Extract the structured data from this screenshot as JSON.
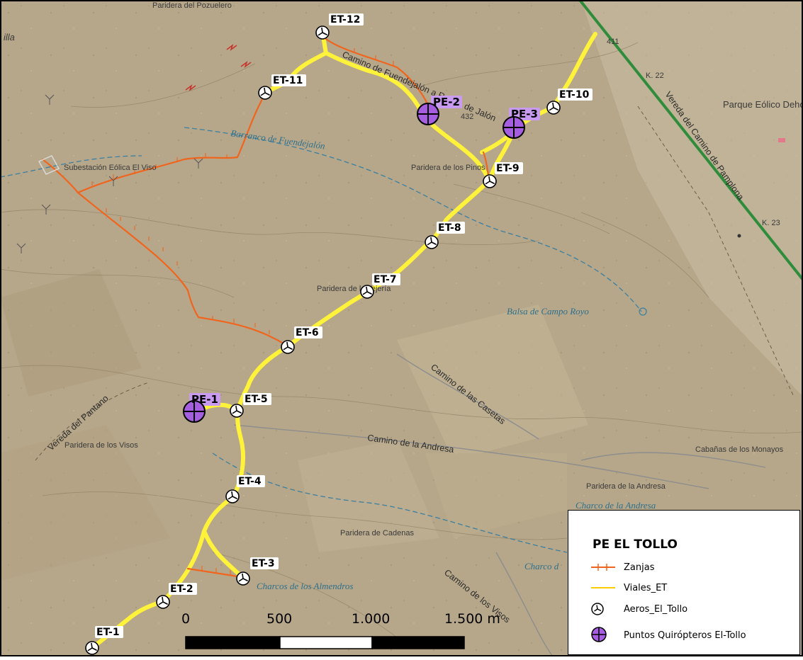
{
  "map": {
    "colors": {
      "background": "#b9a98c",
      "trench": "#f0651e",
      "road": "#fff23a",
      "bat_point": "#a55ee0",
      "highway": "#2f8c3a",
      "water": "#3a7fa0"
    },
    "place_labels": {
      "p1": "Paridera del Pozuelero",
      "p2": "Subestación Eólica El Viso",
      "p3": "Paridera de los Pinos",
      "p4": "Paridera de la Tejería",
      "p5": "Paridera de los Visos",
      "p6": "Paridera de Cadenas",
      "p7": "Paridera de la Andresa",
      "p8": "Cabañas de los Monayos",
      "p9": "Parque Eólico Deho",
      "p10": "illa",
      "km22": "K. 22",
      "km23": "K. 23",
      "elev432": "432",
      "elev411": "411"
    },
    "road_labels": {
      "r1": "Camino de Fuendejalón a Rueda de Jalón",
      "r2": "Camino de las Casetas",
      "r3": "Camino de la Andresa",
      "r4": "Camino de los Visos",
      "r5": "Vereda del Pantano",
      "r6": "Vereda del Camino de Pamplona"
    },
    "water_labels": {
      "w1": "Barranco de Fuendejalón",
      "w2": "Balsa de Campo Royo",
      "w3": "Charco de la Andresa",
      "w4": "Charcos de los Almendros",
      "w5": "Charco d"
    },
    "turbines": [
      {
        "id": "ET-1"
      },
      {
        "id": "ET-2"
      },
      {
        "id": "ET-3"
      },
      {
        "id": "ET-4"
      },
      {
        "id": "ET-5"
      },
      {
        "id": "ET-6"
      },
      {
        "id": "ET-7"
      },
      {
        "id": "ET-8"
      },
      {
        "id": "ET-9"
      },
      {
        "id": "ET-10"
      },
      {
        "id": "ET-11"
      },
      {
        "id": "ET-12"
      }
    ],
    "bat_points": [
      {
        "id": "PE-1"
      },
      {
        "id": "PE-2"
      },
      {
        "id": "PE-3"
      }
    ]
  },
  "scale_bar": {
    "labels": [
      "0",
      "500",
      "1.000",
      "1.500 m"
    ]
  },
  "legend": {
    "title": "PE EL TOLLO",
    "items": [
      {
        "label": "Zanjas",
        "icon": "trench-line-icon"
      },
      {
        "label": "Viales_ET",
        "icon": "road-line-icon"
      },
      {
        "label": "Aeros_El_Tollo",
        "icon": "wind-turbine-icon"
      },
      {
        "label": "Puntos Quirópteros El-Tollo",
        "icon": "bat-point-icon"
      }
    ]
  }
}
